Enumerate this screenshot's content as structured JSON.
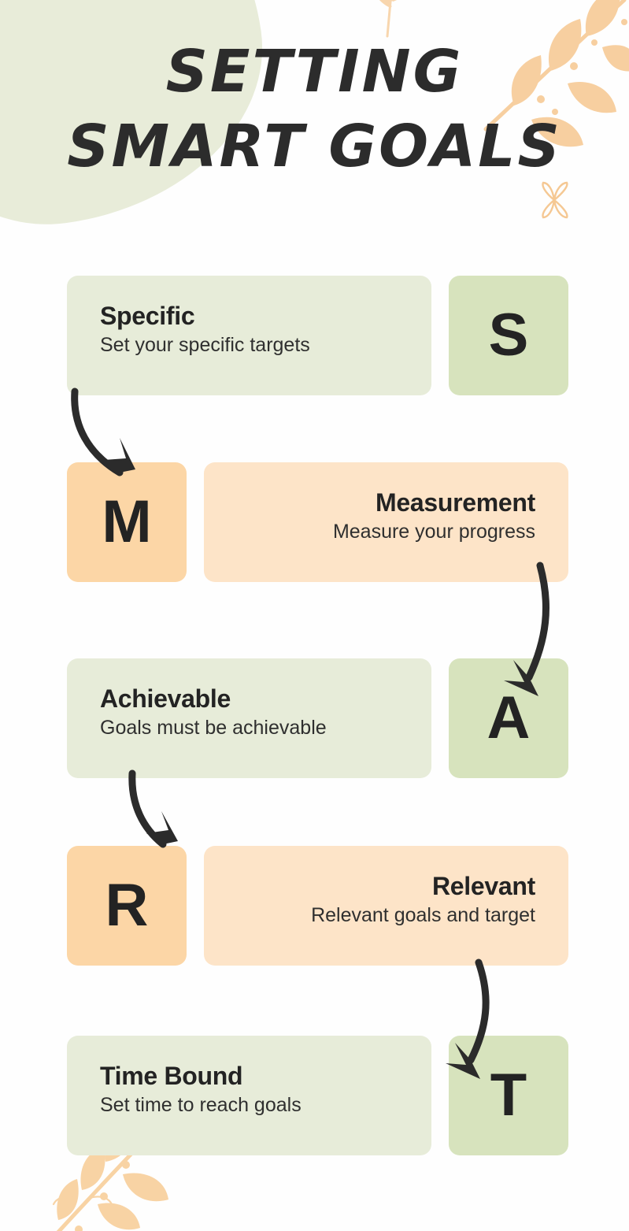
{
  "poster": {
    "title_line1": "SETTING",
    "title_line2": "SMART GOALS",
    "background_color": "#fefefe",
    "title_color": "#2c2c2c"
  },
  "theme": {
    "green_card": "#e7ecd9",
    "green_letter": "#d7e3bd",
    "peach_card": "#fde4c8",
    "peach_letter": "#fcd6a6",
    "blob_green": "#e8ecd9",
    "deco_peach": "#f7cfa0",
    "arrow_color": "#2b2b2b"
  },
  "steps": [
    {
      "letter": "S",
      "title": "Specific",
      "subtitle": "Set your specific targets",
      "theme": "green",
      "align": "left",
      "letter_side": "right"
    },
    {
      "letter": "M",
      "title": "Measurement",
      "subtitle": "Measure your progress",
      "theme": "peach",
      "align": "right",
      "letter_side": "left"
    },
    {
      "letter": "A",
      "title": "Achievable",
      "subtitle": "Goals must be achievable",
      "theme": "green",
      "align": "left",
      "letter_side": "right"
    },
    {
      "letter": "R",
      "title": "Relevant",
      "subtitle": "Relevant goals and target",
      "theme": "peach",
      "align": "right",
      "letter_side": "left"
    },
    {
      "letter": "T",
      "title": "Time Bound",
      "subtitle": "Set time to reach goals",
      "theme": "green",
      "align": "left",
      "letter_side": "right"
    }
  ],
  "decorations": [
    {
      "name": "leaf-branch-top-right",
      "color": "#f7cfa0"
    },
    {
      "name": "sprig-top-center",
      "color": "#f8d6ae"
    },
    {
      "name": "flourish-four-petal",
      "color": "#f5c893"
    },
    {
      "name": "leaf-branch-bottom-left",
      "color": "#f8d3a4"
    },
    {
      "name": "green-blob-top-left",
      "color": "#e8ecd9"
    }
  ],
  "arrows": [
    {
      "name": "arrow-specific-to-m",
      "from": "S card",
      "to": "M box"
    },
    {
      "name": "arrow-measurement-to-a",
      "from": "Measurement card",
      "to": "A box"
    },
    {
      "name": "arrow-achievable-to-r",
      "from": "Achievable card",
      "to": "R box"
    },
    {
      "name": "arrow-relevant-to-t",
      "from": "Relevant card",
      "to": "T box"
    }
  ]
}
